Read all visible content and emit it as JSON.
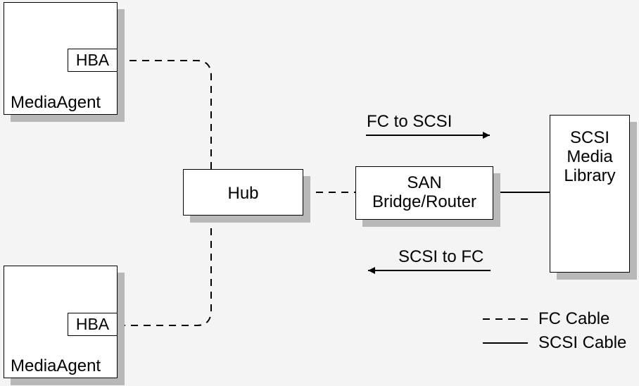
{
  "nodes": {
    "media_agent_top": {
      "label": "MediaAgent",
      "hba": "HBA"
    },
    "media_agent_bottom": {
      "label": "MediaAgent",
      "hba": "HBA"
    },
    "hub": {
      "label": "Hub"
    },
    "bridge": {
      "line1": "SAN",
      "line2": "Bridge/Router"
    },
    "library": {
      "line1": "SCSI",
      "line2": "Media",
      "line3": "Library"
    }
  },
  "flows": {
    "fc_to_scsi": "FC to SCSI",
    "scsi_to_fc": "SCSI to FC"
  },
  "legend": {
    "fc_cable": "FC Cable",
    "scsi_cable": "SCSI Cable"
  },
  "colors": {
    "line": "#000000",
    "box_fill": "#ffffff",
    "shadow": "#b8b8b8",
    "background": "#f4f4f4"
  }
}
